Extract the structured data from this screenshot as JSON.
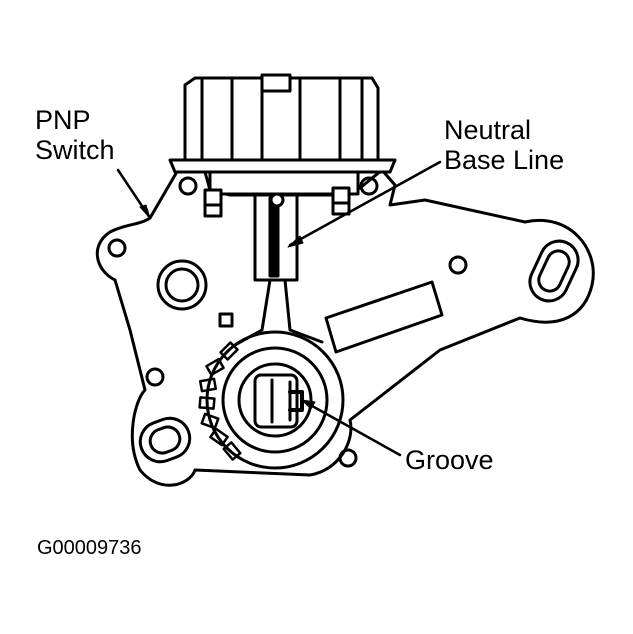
{
  "labels": {
    "pnp_line1": "PNP",
    "pnp_line2": "Switch",
    "neutral_line1": "Neutral",
    "neutral_line2": "Base Line",
    "groove": "Groove"
  },
  "figure_code": "G00009736",
  "colors": {
    "ink": "#000000",
    "paper": "#ffffff"
  }
}
